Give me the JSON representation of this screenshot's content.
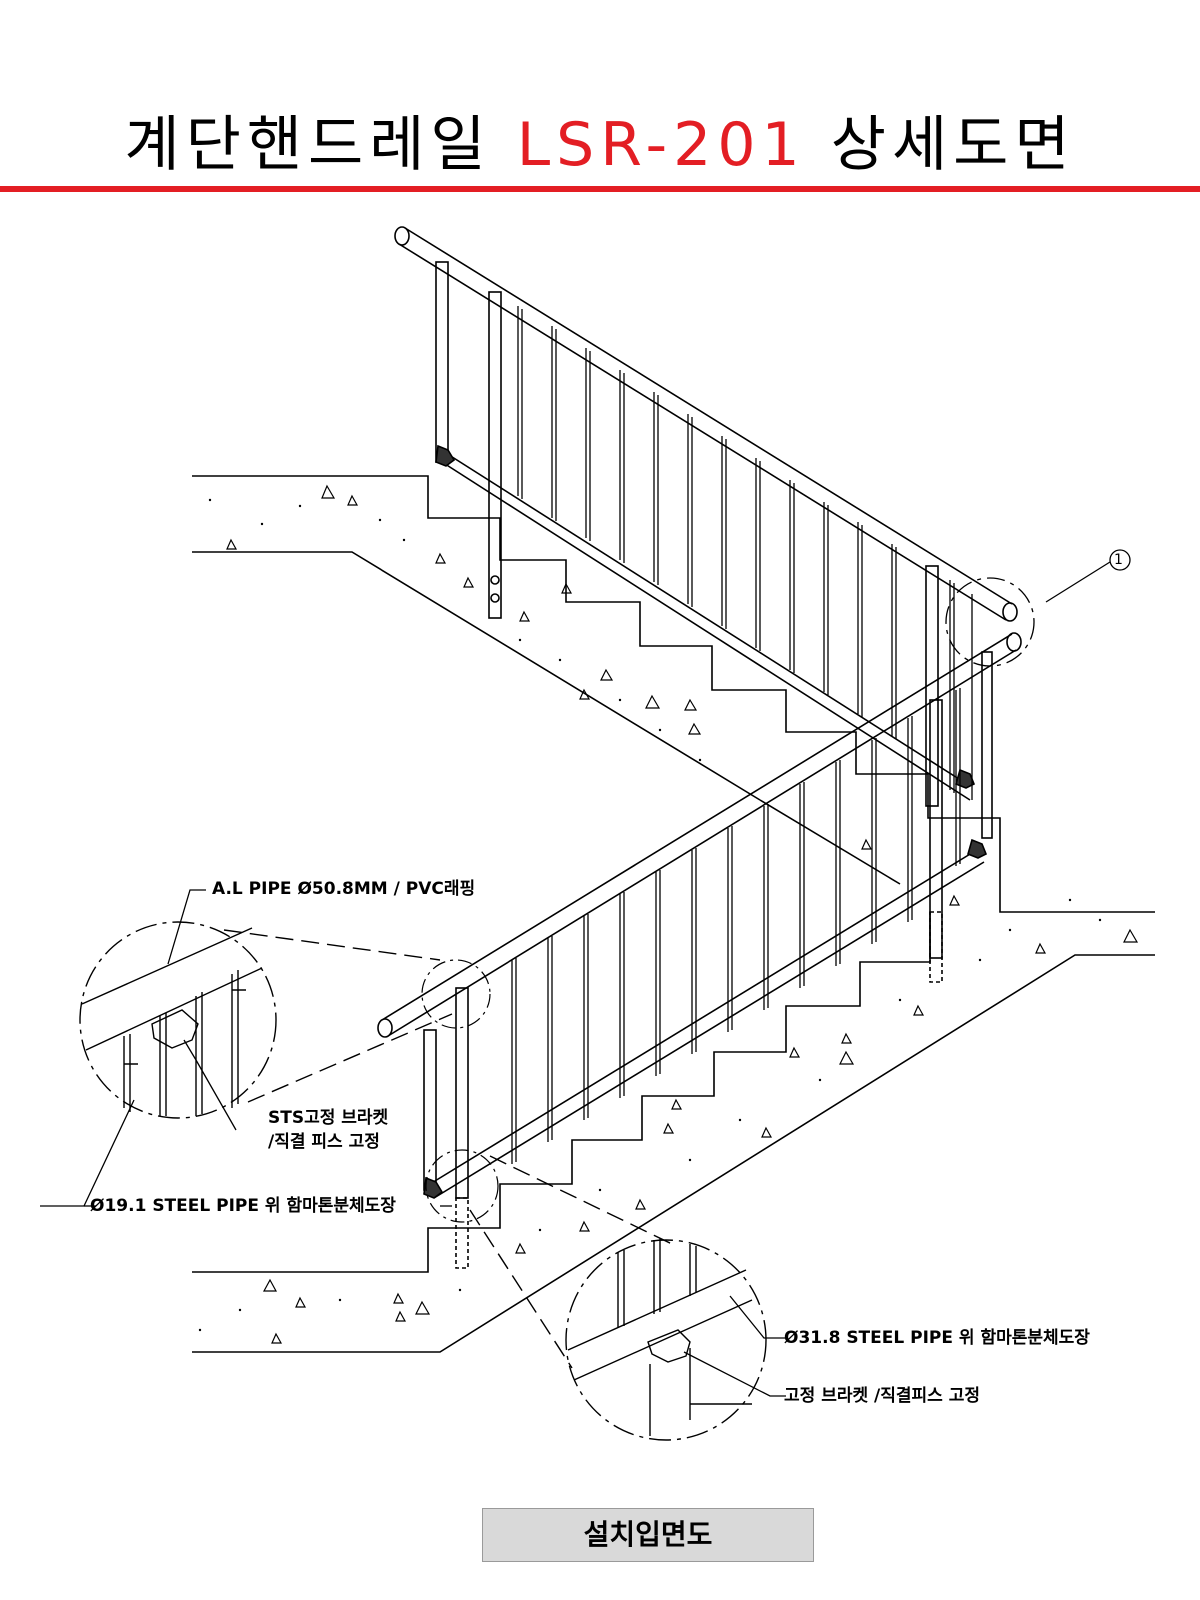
{
  "header": {
    "title_prefix": "계단핸드레일",
    "title_model": "LSR-201",
    "title_suffix": "상세도면",
    "accent_color": "#e31e24"
  },
  "callouts": {
    "marker_1": "1",
    "al_pipe": "A.L PIPE Ø50.8MM / PVC래핑",
    "sts_bracket_line1": "STS고정 브라켓",
    "sts_bracket_line2": "/직결 피스 고정",
    "steel_pipe_19": "Ø19.1 STEEL PIPE 위 함마톤분체도장",
    "steel_pipe_31": "Ø31.8 STEEL PIPE 위 함마톤분체도장",
    "bracket_fix": "고정 브라켓 /직결피스 고정"
  },
  "caption": {
    "label": "설치입면도",
    "background": "#d9d9d9"
  }
}
